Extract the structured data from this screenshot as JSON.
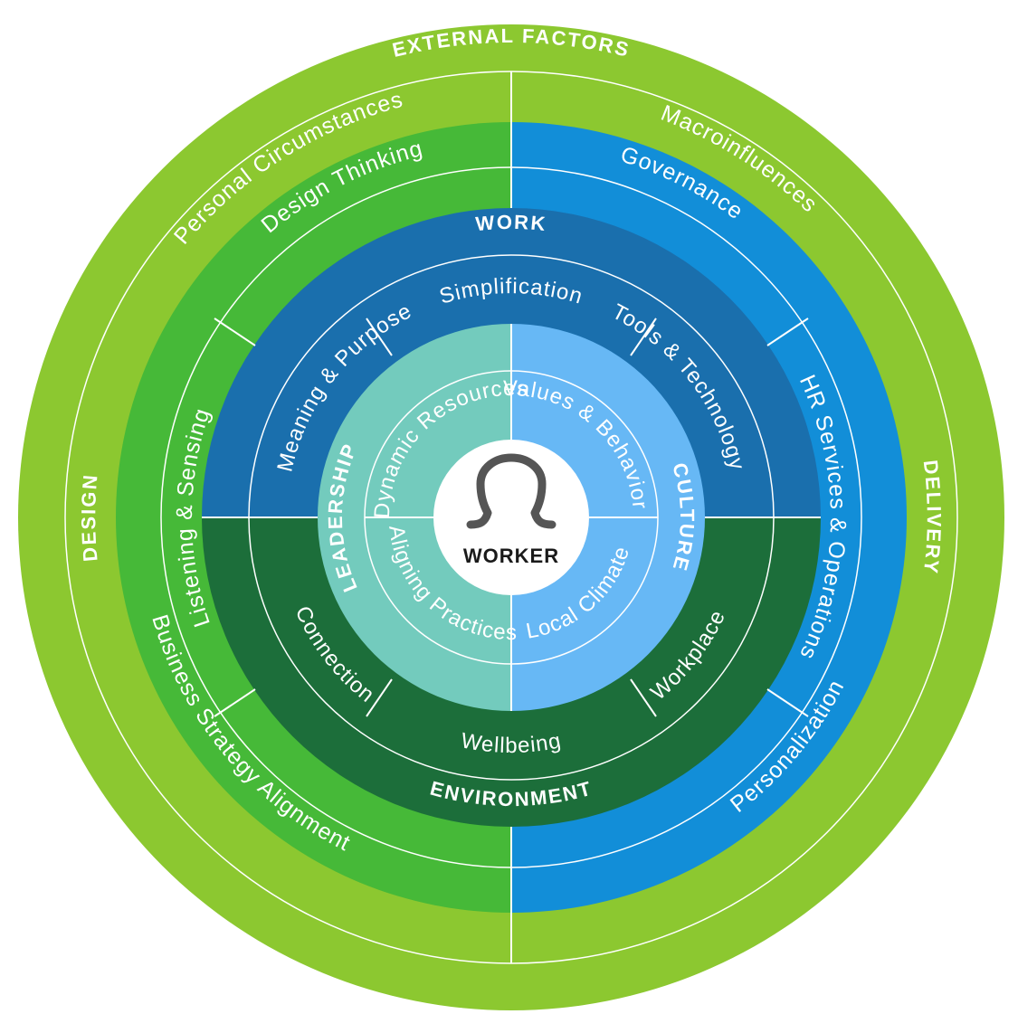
{
  "colors": {
    "external": "#8cc830",
    "design": "#46b938",
    "delivery": "#128ed8",
    "work": "#1a6fad",
    "environment": "#1c6e3a",
    "leadership": "#73cbbd",
    "culture": "#67b8f5",
    "center": "#ffffff",
    "divider": "#ffffff",
    "worker_icon": "#555555",
    "worker_text": "#1a1a1a"
  },
  "rings": {
    "external_factors": {
      "header": "EXTERNAL FACTORS",
      "items": [
        "Personal Circumstances",
        "Macroinfluences"
      ]
    },
    "design": {
      "header": "DESIGN",
      "items": [
        "Design Thinking",
        "Listening & Sensing",
        "Business Strategy Alignment"
      ]
    },
    "delivery": {
      "header": "DELIVERY",
      "items": [
        "Governance",
        "HR Services & Operations",
        "Personalization"
      ]
    },
    "work": {
      "header": "WORK",
      "items": [
        "Meaning & Purpose",
        "Simplification",
        "Tools & Technology"
      ]
    },
    "environment": {
      "header": "ENVIRONMENT",
      "items": [
        "Connection",
        "Wellbeing",
        "Workplace"
      ]
    },
    "leadership": {
      "header": "LEADERSHIP",
      "items": [
        "Dynamic Resources",
        "Aligning Practices"
      ]
    },
    "culture": {
      "header": "CULTURE",
      "items": [
        "Values & Behavior",
        "Local Climate"
      ]
    }
  },
  "center": {
    "label": "WORKER",
    "icon": "person-icon"
  }
}
